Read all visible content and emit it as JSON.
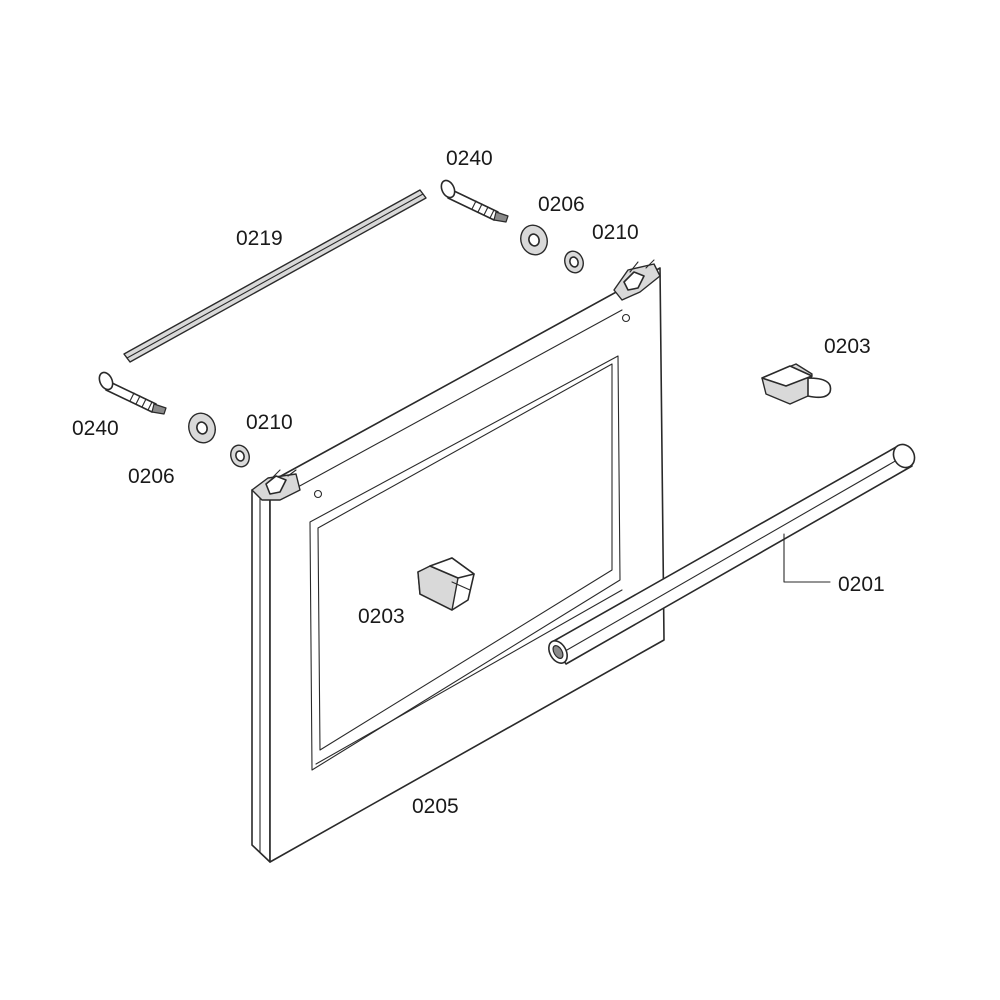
{
  "labels": {
    "part_0240_top": "0240",
    "part_0206_top": "0206",
    "part_0210_top": "0210",
    "part_0219": "0219",
    "part_0240_left": "0240",
    "part_0206_left": "0206",
    "part_0210_left": "0210",
    "part_0203_right": "0203",
    "part_0203_center": "0203",
    "part_0201": "0201",
    "part_0205": "0205"
  }
}
